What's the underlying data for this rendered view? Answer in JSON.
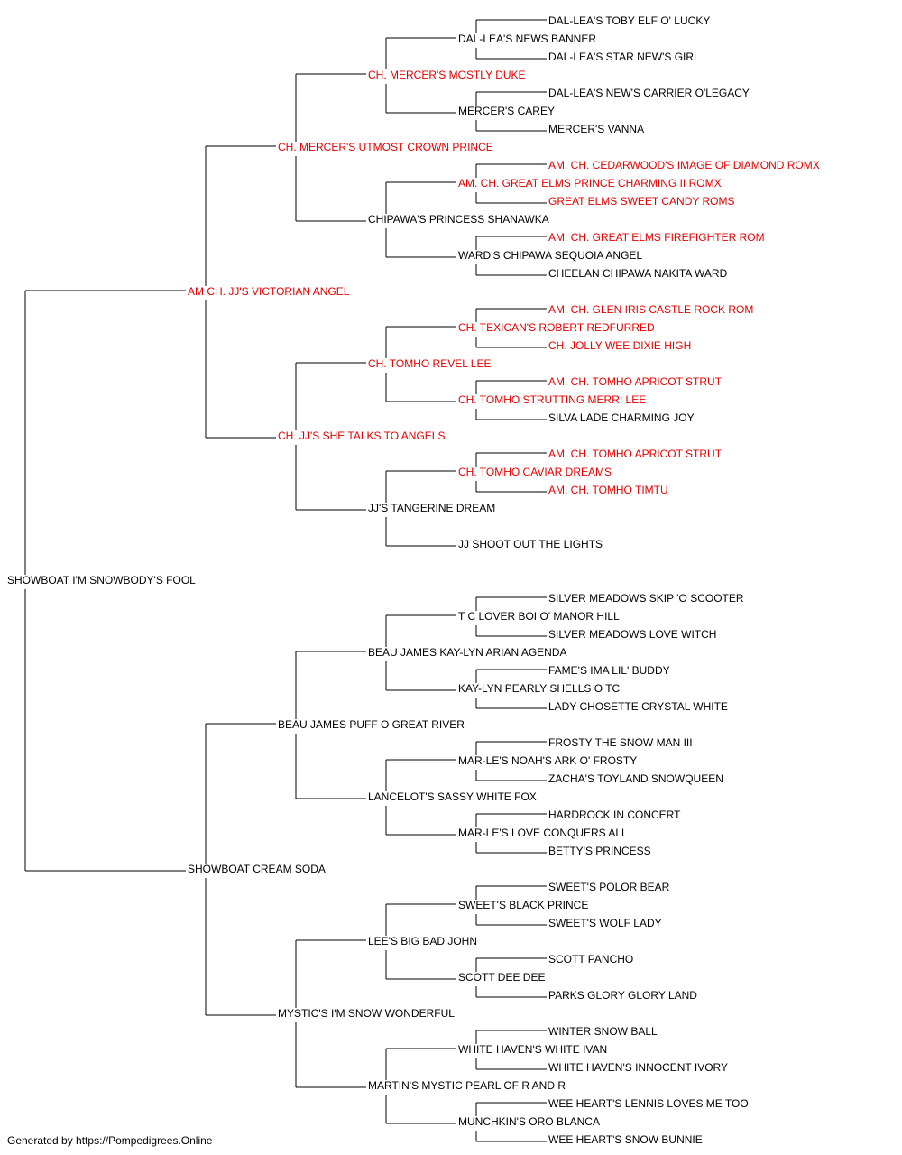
{
  "colors": {
    "champion": "#e60000",
    "normal": "#000000",
    "line": "#000000"
  },
  "pedigree": {
    "name": "SHOWBOAT I'M SNOWBODY'S FOOL",
    "champion": false,
    "sire": {
      "name": "AM CH. JJ'S VICTORIAN ANGEL",
      "champion": true,
      "sire": {
        "name": "CH. MERCER'S UTMOST CROWN PRINCE",
        "champion": true,
        "sire": {
          "name": "CH. MERCER'S MOSTLY DUKE",
          "champion": true,
          "sire": {
            "name": "DAL-LEA'S NEWS BANNER",
            "champion": false,
            "sire": {
              "name": "DAL-LEA'S TOBY ELF O' LUCKY",
              "champion": false
            },
            "dam": {
              "name": "DAL-LEA'S STAR NEW'S GIRL",
              "champion": false
            }
          },
          "dam": {
            "name": "MERCER'S CAREY",
            "champion": false,
            "sire": {
              "name": "DAL-LEA'S NEW'S CARRIER O'LEGACY",
              "champion": false
            },
            "dam": {
              "name": "MERCER'S VANNA",
              "champion": false
            }
          }
        },
        "dam": {
          "name": "CHIPAWA'S PRINCESS SHANAWKA",
          "champion": false,
          "sire": {
            "name": "AM. CH. GREAT ELMS PRINCE CHARMING II ROMX",
            "champion": true,
            "sire": {
              "name": "AM. CH. CEDARWOOD'S IMAGE OF DIAMOND ROMX",
              "champion": true
            },
            "dam": {
              "name": "GREAT ELMS SWEET CANDY ROMS",
              "champion": true
            }
          },
          "dam": {
            "name": "WARD'S CHIPAWA SEQUOIA ANGEL",
            "champion": false,
            "sire": {
              "name": "AM. CH. GREAT ELMS FIREFIGHTER ROM",
              "champion": true
            },
            "dam": {
              "name": "CHEELAN CHIPAWA NAKITA WARD",
              "champion": false
            }
          }
        }
      },
      "dam": {
        "name": "CH. JJ'S SHE TALKS TO ANGELS",
        "champion": true,
        "sire": {
          "name": "CH. TOMHO REVEL LEE",
          "champion": true,
          "sire": {
            "name": "CH. TEXICAN'S ROBERT REDFURRED",
            "champion": true,
            "sire": {
              "name": "AM. CH. GLEN IRIS CASTLE ROCK ROM",
              "champion": true
            },
            "dam": {
              "name": "CH. JOLLY WEE DIXIE HIGH",
              "champion": true
            }
          },
          "dam": {
            "name": "CH. TOMHO STRUTTING MERRI LEE",
            "champion": true,
            "sire": {
              "name": "AM. CH. TOMHO APRICOT STRUT",
              "champion": true
            },
            "dam": {
              "name": "SILVA LADE CHARMING JOY",
              "champion": false
            }
          }
        },
        "dam": {
          "name": "JJ'S TANGERINE DREAM",
          "champion": false,
          "sire": {
            "name": "CH. TOMHO CAVIAR DREAMS",
            "champion": true,
            "sire": {
              "name": "AM. CH. TOMHO APRICOT STRUT",
              "champion": true
            },
            "dam": {
              "name": "AM. CH. TOMHO TIMTU",
              "champion": true
            }
          },
          "dam": {
            "name": "JJ SHOOT OUT THE LIGHTS",
            "champion": false
          }
        }
      }
    },
    "dam": {
      "name": "SHOWBOAT CREAM SODA",
      "champion": false,
      "sire": {
        "name": "BEAU JAMES PUFF O GREAT RIVER",
        "champion": false,
        "sire": {
          "name": "BEAU JAMES KAY-LYN ARIAN AGENDA",
          "champion": false,
          "sire": {
            "name": "T C LOVER BOI O' MANOR HILL",
            "champion": false,
            "sire": {
              "name": "SILVER MEADOWS SKIP 'O SCOOTER",
              "champion": false
            },
            "dam": {
              "name": "SILVER MEADOWS LOVE WITCH",
              "champion": false
            }
          },
          "dam": {
            "name": "KAY-LYN PEARLY SHELLS O TC",
            "champion": false,
            "sire": {
              "name": "FAME'S IMA LIL' BUDDY",
              "champion": false
            },
            "dam": {
              "name": "LADY CHOSETTE CRYSTAL WHITE",
              "champion": false
            }
          }
        },
        "dam": {
          "name": "LANCELOT'S SASSY WHITE FOX",
          "champion": false,
          "sire": {
            "name": "MAR-LE'S NOAH'S ARK O' FROSTY",
            "champion": false,
            "sire": {
              "name": "FROSTY THE SNOW MAN III",
              "champion": false
            },
            "dam": {
              "name": "ZACHA'S TOYLAND SNOWQUEEN",
              "champion": false
            }
          },
          "dam": {
            "name": "MAR-LE'S LOVE CONQUERS ALL",
            "champion": false,
            "sire": {
              "name": "HARDROCK IN CONCERT",
              "champion": false
            },
            "dam": {
              "name": "BETTY'S PRINCESS",
              "champion": false
            }
          }
        }
      },
      "dam": {
        "name": "MYSTIC'S I'M SNOW WONDERFUL",
        "champion": false,
        "sire": {
          "name": "LEE'S BIG BAD JOHN",
          "champion": false,
          "sire": {
            "name": "SWEET'S BLACK PRINCE",
            "champion": false,
            "sire": {
              "name": "SWEET'S POLOR BEAR",
              "champion": false
            },
            "dam": {
              "name": "SWEET'S WOLF LADY",
              "champion": false
            }
          },
          "dam": {
            "name": "SCOTT DEE DEE",
            "champion": false,
            "sire": {
              "name": "SCOTT PANCHO",
              "champion": false
            },
            "dam": {
              "name": "PARKS GLORY GLORY LAND",
              "champion": false
            }
          }
        },
        "dam": {
          "name": "MARTIN'S MYSTIC PEARL OF R AND R",
          "champion": false,
          "sire": {
            "name": "WHITE HAVEN'S WHITE IVAN",
            "champion": false,
            "sire": {
              "name": "WINTER SNOW BALL",
              "champion": false
            },
            "dam": {
              "name": "WHITE HAVEN'S INNOCENT IVORY",
              "champion": false
            }
          },
          "dam": {
            "name": "MUNCHKIN'S ORO BLANCA",
            "champion": false,
            "sire": {
              "name": "WEE HEART'S LENNIS LOVES ME TOO",
              "champion": false
            },
            "dam": {
              "name": "WEE HEART'S SNOW BUNNIE",
              "champion": false
            }
          }
        }
      }
    }
  },
  "footer": "Generated by https://Pompedigrees.Online"
}
